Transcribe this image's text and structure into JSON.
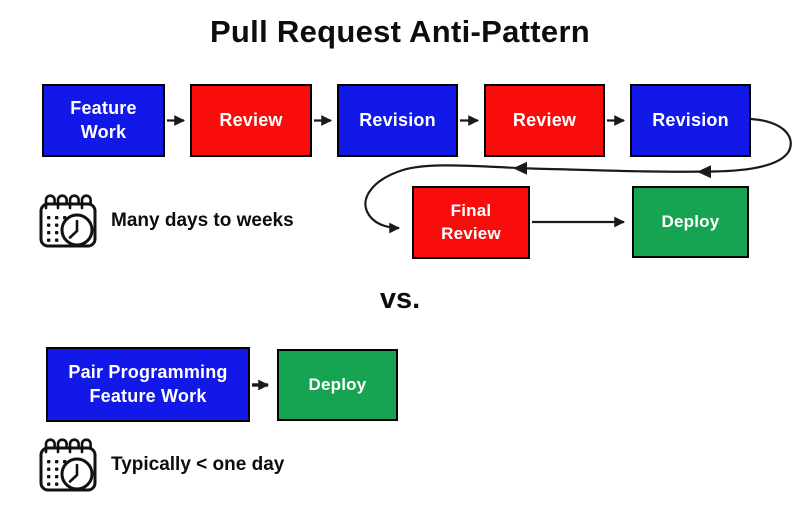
{
  "title": "Pull Request Anti-Pattern",
  "vs_label": "vs.",
  "colors": {
    "blue": "#1218E8",
    "red": "#F80C0C",
    "green": "#17A452",
    "arrow": "#1a1a1a"
  },
  "anti_pattern": {
    "boxes": [
      {
        "label": "Feature\nWork",
        "color": "blue"
      },
      {
        "label": "Review",
        "color": "red"
      },
      {
        "label": "Revision",
        "color": "blue"
      },
      {
        "label": "Review",
        "color": "red"
      },
      {
        "label": "Revision",
        "color": "blue"
      },
      {
        "label": "Final\nReview",
        "color": "red"
      },
      {
        "label": "Deploy",
        "color": "green"
      }
    ],
    "duration_label": "Many days to weeks",
    "duration_icon": "calendar-clock-icon"
  },
  "pair_pattern": {
    "boxes": [
      {
        "label": "Pair Programming\nFeature Work",
        "color": "blue"
      },
      {
        "label": "Deploy",
        "color": "green"
      }
    ],
    "duration_label": "Typically < one day",
    "duration_icon": "calendar-clock-icon"
  }
}
